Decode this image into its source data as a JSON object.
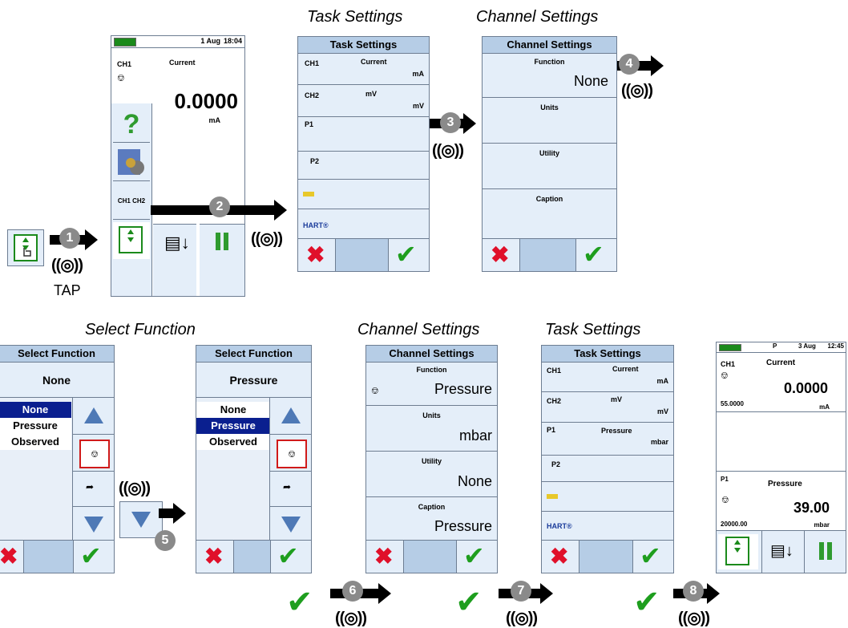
{
  "titles": {
    "task_settings_top": "Task Settings",
    "channel_settings_top": "Channel Settings",
    "select_function": "Select Function",
    "channel_settings_bottom": "Channel Settings",
    "task_settings_bottom": "Task Settings"
  },
  "tap_label": "TAP",
  "steps": [
    "1",
    "2",
    "3",
    "4",
    "5",
    "6",
    "7",
    "8"
  ],
  "home1": {
    "date": "1 Aug",
    "time": "18:04",
    "ch": "CH1",
    "function": "Current",
    "value": "0.0000",
    "unit": "mA",
    "help": "?",
    "ch_label": "CH1 CH2"
  },
  "task1": {
    "header": "Task Settings",
    "rows": [
      {
        "ch": "CH1",
        "fn": "Current",
        "unit": "mA"
      },
      {
        "ch": "CH2",
        "fn": "mV",
        "unit": "mV"
      },
      {
        "ch": "P1",
        "fn": "",
        "unit": ""
      },
      {
        "ch": "P2",
        "fn": "",
        "unit": ""
      },
      {
        "ch": "",
        "fn": "",
        "unit": ""
      },
      {
        "ch": "HART®",
        "fn": "",
        "unit": ""
      }
    ]
  },
  "chan1": {
    "header": "Channel Settings",
    "function_label": "Function",
    "function_value": "None",
    "units_label": "Units",
    "utility_label": "Utility",
    "caption_label": "Caption"
  },
  "select1": {
    "header": "Select Function",
    "current": "None",
    "options": [
      "None",
      "Pressure",
      "Observed"
    ],
    "selected": "None"
  },
  "select2": {
    "header": "Select Function",
    "current": "Pressure",
    "options": [
      "None",
      "Pressure",
      "Observed"
    ],
    "selected": "Pressure"
  },
  "chan2": {
    "header": "Channel Settings",
    "function_label": "Function",
    "function_value": "Pressure",
    "units_label": "Units",
    "units_value": "mbar",
    "utility_label": "Utility",
    "utility_value": "None",
    "caption_label": "Caption",
    "caption_value": "Pressure"
  },
  "task2": {
    "header": "Task Settings",
    "rows": [
      {
        "ch": "CH1",
        "fn": "Current",
        "unit": "mA"
      },
      {
        "ch": "CH2",
        "fn": "mV",
        "unit": "mV"
      },
      {
        "ch": "P1",
        "fn": "Pressure",
        "unit": "mbar"
      },
      {
        "ch": "P2",
        "fn": "",
        "unit": ""
      },
      {
        "ch": "",
        "fn": "",
        "unit": ""
      },
      {
        "ch": "HART®",
        "fn": "",
        "unit": ""
      }
    ]
  },
  "home2": {
    "p_label": "P",
    "date": "3 Aug",
    "time": "12:45",
    "ch": "CH1",
    "function": "Current",
    "value": "0.0000",
    "range": "55.0000",
    "unit": "mA",
    "p1": "P1",
    "p1_function": "Pressure",
    "p1_value": "39.00",
    "p1_range": "20000.00",
    "p1_unit": "mbar"
  },
  "colors": {
    "header": "#b6cde6",
    "cell": "#e4eef9",
    "selected": "#0a1f8f",
    "check": "#1e9e1e",
    "cross": "#e0102a",
    "badge": "#8a8a8a"
  }
}
